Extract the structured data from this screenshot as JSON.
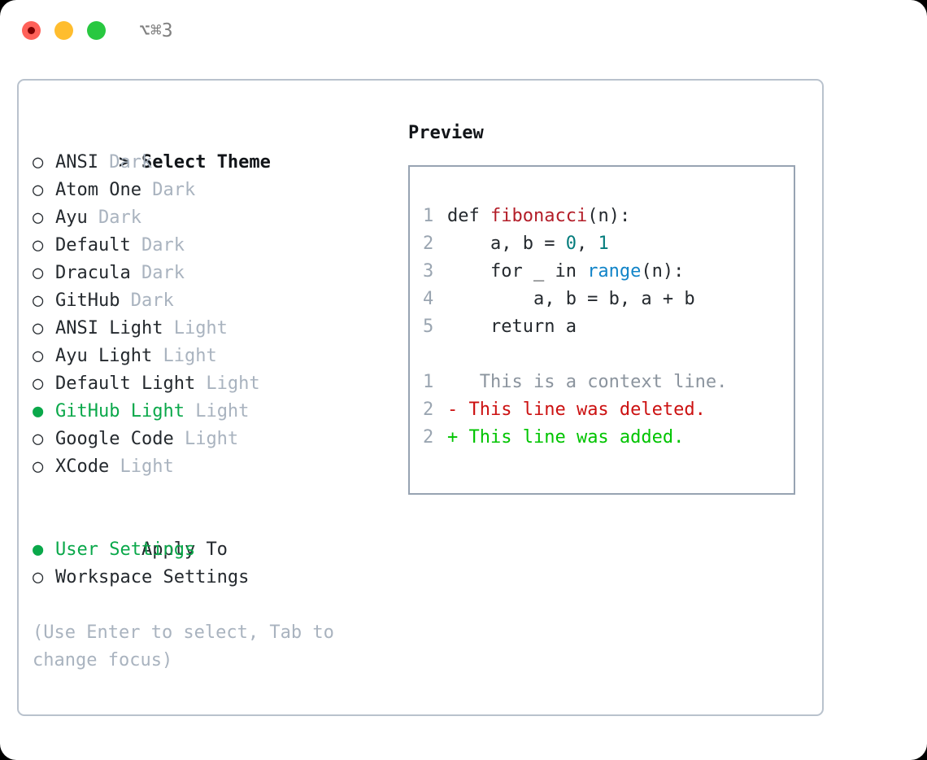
{
  "window": {
    "title_shortcut": "⌥⌘3",
    "traffic_lights": [
      {
        "name": "close",
        "color": "#ff6159"
      },
      {
        "name": "minimize",
        "color": "#ffbd2e"
      },
      {
        "name": "maximize",
        "color": "#28c840"
      }
    ]
  },
  "theme_picker": {
    "header_marker": ">",
    "header_label": "Select Theme",
    "unselected_marker": "○",
    "selected_marker": "●",
    "items": [
      {
        "marker": "○",
        "label": "ANSI",
        "tag": "Dark",
        "selected": false
      },
      {
        "marker": "○",
        "label": "Atom One",
        "tag": "Dark",
        "selected": false
      },
      {
        "marker": "○",
        "label": "Ayu",
        "tag": "Dark",
        "selected": false
      },
      {
        "marker": "○",
        "label": "Default",
        "tag": "Dark",
        "selected": false
      },
      {
        "marker": "○",
        "label": "Dracula",
        "tag": "Dark",
        "selected": false
      },
      {
        "marker": "○",
        "label": "GitHub",
        "tag": "Dark",
        "selected": false
      },
      {
        "marker": "○",
        "label": "ANSI Light",
        "tag": "Light",
        "selected": false
      },
      {
        "marker": "○",
        "label": "Ayu Light",
        "tag": "Light",
        "selected": false
      },
      {
        "marker": "○",
        "label": "Default Light",
        "tag": "Light",
        "selected": false
      },
      {
        "marker": "●",
        "label": "GitHub Light",
        "tag": "Light",
        "selected": true
      },
      {
        "marker": "○",
        "label": "Google Code",
        "tag": "Light",
        "selected": false
      },
      {
        "marker": "○",
        "label": "XCode",
        "tag": "Light",
        "selected": false
      }
    ]
  },
  "apply_to": {
    "header_label": "Apply To",
    "items": [
      {
        "marker": "●",
        "label": "User Settings",
        "selected": true
      },
      {
        "marker": "○",
        "label": "Workspace Settings",
        "selected": false
      }
    ]
  },
  "hint": "(Use Enter to select, Tab to change focus)",
  "preview": {
    "title": "Preview",
    "code_lines": [
      {
        "no": "1",
        "tokens": [
          {
            "text": "def ",
            "type": "plain"
          },
          {
            "text": "fibonacci",
            "type": "function"
          },
          {
            "text": "(n):",
            "type": "plain"
          }
        ]
      },
      {
        "no": "2",
        "tokens": [
          {
            "text": "    a, b = ",
            "type": "plain"
          },
          {
            "text": "0",
            "type": "number"
          },
          {
            "text": ", ",
            "type": "plain"
          },
          {
            "text": "1",
            "type": "number"
          }
        ]
      },
      {
        "no": "3",
        "tokens": [
          {
            "text": "    for _ in ",
            "type": "plain"
          },
          {
            "text": "range",
            "type": "builtin"
          },
          {
            "text": "(n):",
            "type": "plain"
          }
        ]
      },
      {
        "no": "4",
        "tokens": [
          {
            "text": "        a, b = b, a + b",
            "type": "plain"
          }
        ]
      },
      {
        "no": "5",
        "tokens": [
          {
            "text": "    return a",
            "type": "plain"
          }
        ]
      }
    ],
    "diff_lines": [
      {
        "no": "1",
        "sign": " ",
        "text": "  This is a context line.",
        "kind": "context"
      },
      {
        "no": "2",
        "sign": "-",
        "text": " This line was deleted.",
        "kind": "deleted"
      },
      {
        "no": "2",
        "sign": "+",
        "text": " This line was added.",
        "kind": "added"
      }
    ]
  },
  "colors": {
    "selected_green": "#0aa84a",
    "diff_added": "#00c400",
    "diff_deleted": "#cc1111",
    "function_red": "#b31d28",
    "number_teal": "#047c7c",
    "builtin_blue": "#1184c8",
    "muted_grey": "#a9b3bf",
    "border": "#b9c2cd"
  }
}
